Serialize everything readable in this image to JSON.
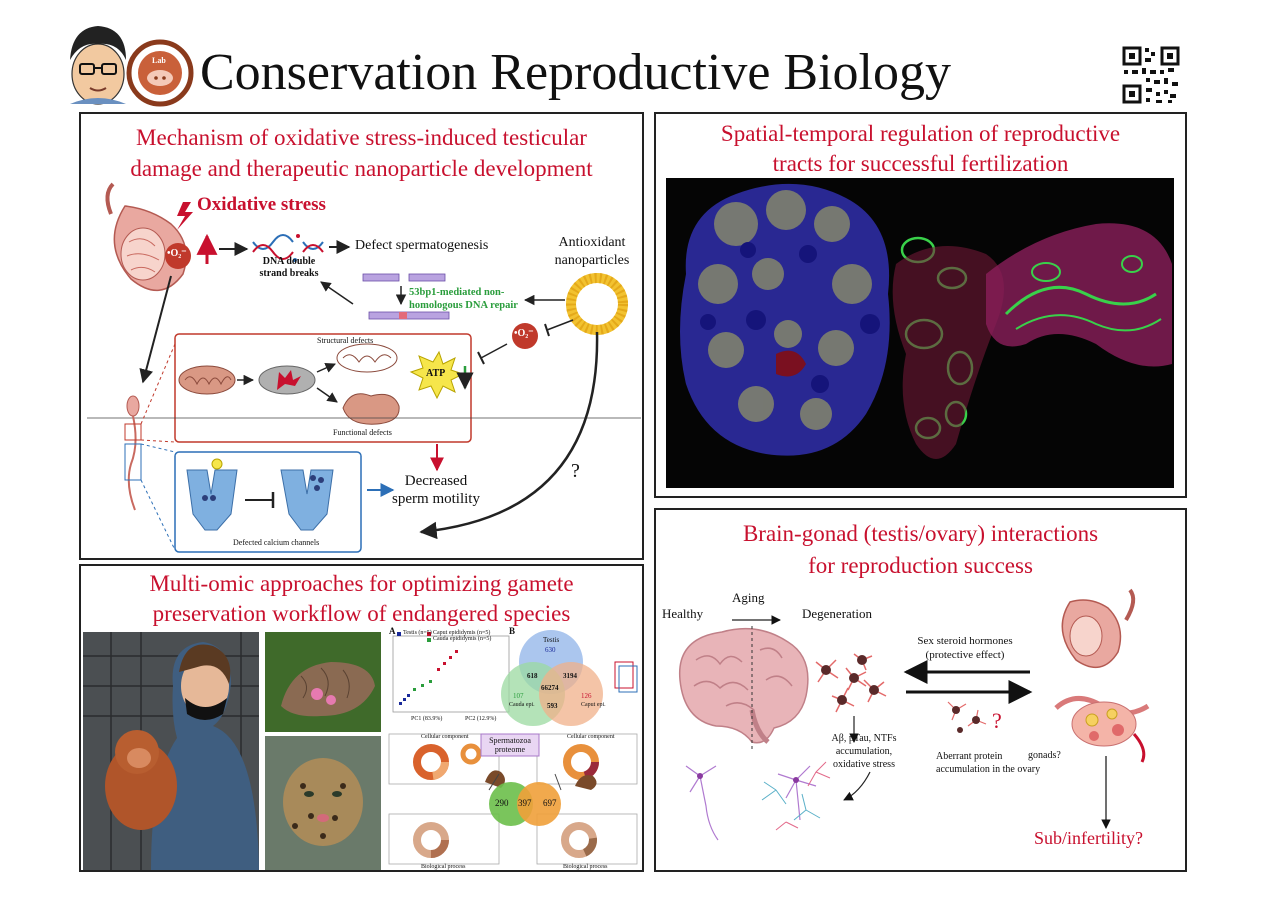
{
  "header": {
    "title": "Conservation Reproductive Biology",
    "logo_text": "Lab"
  },
  "panel_tl": {
    "title_line1": "Mechanism of oxidative stress-induced testicular",
    "title_line2": "damage and therapeutic nanoparticle development",
    "oxidative_stress": "Oxidative stress",
    "o2_label": "•O₂⁻",
    "dna_label_line1": "DNA double",
    "dna_label_line2": "strand breaks",
    "defect_spermatogenesis": "Defect spermatogenesis",
    "antioxidant_line1": "Antioxidant",
    "antioxidant_line2": "nanoparticles",
    "repair_line1": "53bp1-mediated non-",
    "repair_line2": "homologous DNA repair",
    "structural_defects": "Structural defects",
    "functional_defects": "Functional defects",
    "atp": "ATP",
    "calcium_channels": "Defected calcium channels",
    "decreased_line1": "Decreased",
    "decreased_line2": "sperm motility",
    "question": "?"
  },
  "panel_tr": {
    "title_line1": "Spatial-temporal regulation of reproductive",
    "title_line2": "tracts for successful fertilization"
  },
  "panel_bl": {
    "title_line1": "Multi-omic approaches for optimizing gamete",
    "title_line2": "preservation workflow of endangered species",
    "pca_label": "A",
    "venn_label": "B",
    "legend": [
      "Testis (n=5)",
      "Caput epididymis (n=5)",
      "Cauda epididymis (n=5)"
    ],
    "pc1": "PC1 (83.9%)",
    "pc2": "PC2 (12.9%)",
    "venn_testis": "Testis",
    "venn_testis_n": "630",
    "venn_cauda": "Cauda epi.",
    "venn_cauda_n": "107",
    "venn_caput": "Caput epi.",
    "venn_caput_n": "126",
    "venn_618": "618",
    "venn_3194": "3194",
    "venn_66274": "66274",
    "venn_593": "593",
    "cellular_component": "Cellular component",
    "biological_process": "Biological process",
    "proteome_line1": "Spermatozoa",
    "proteome_line2": "proteome",
    "n290": "290",
    "n397": "397",
    "n697": "697"
  },
  "panel_br": {
    "title_line1": "Brain-gonad (testis/ovary) interactions",
    "title_line2": "for reproduction success",
    "healthy": "Healthy",
    "aging": "Aging",
    "degeneration": "Degeneration",
    "hormones_line1": "Sex steroid hormones",
    "hormones_line2": "(protective effect)",
    "accum_line1": "Aβ, pTau, NTFs",
    "accum_line2": "accumulation,",
    "accum_line3": "oxidative stress",
    "aberrant_line1": "Aberrant protein",
    "aberrant_line2": "accumulation in the ovary",
    "gonads": "gonads?",
    "question": "?",
    "subfertility": "Sub/infertility?"
  },
  "colors": {
    "title_red": "#c8102e",
    "repair_green": "#2a9d3c",
    "arrow_red": "#c8102e",
    "arrow_blue": "#2c6fb7"
  }
}
